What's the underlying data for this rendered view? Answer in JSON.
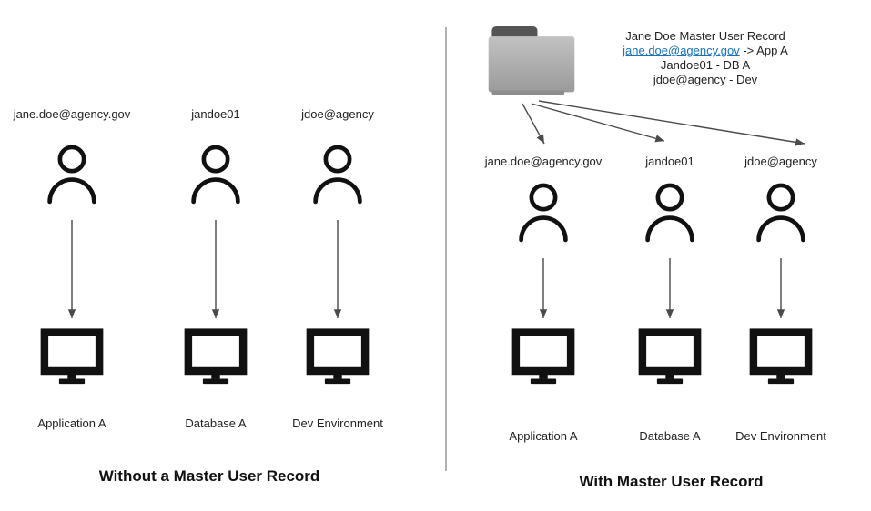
{
  "left": {
    "caption": "Without a Master User Record",
    "columns": [
      {
        "user": "jane.doe@agency.gov",
        "system": "Application A"
      },
      {
        "user": "jandoe01",
        "system": "Database A"
      },
      {
        "user": "jdoe@agency",
        "system": "Dev Environment"
      }
    ]
  },
  "right": {
    "caption": "With Master User Record",
    "note": {
      "line1": "Jane Doe Master User Record",
      "line2_link": "jane.doe@agency.gov",
      "line2_rest": " -> App A",
      "line3": "Jandoe01 - DB A",
      "line4": "jdoe@agency - Dev"
    },
    "columns": [
      {
        "user": "jane.doe@agency.gov",
        "system": "Application A"
      },
      {
        "user": "jandoe01",
        "system": "Database A"
      },
      {
        "user": "jdoe@agency",
        "system": "Dev Environment"
      }
    ]
  },
  "colors": {
    "link_blue": "#1673c2",
    "folder_body": "#ababab",
    "folder_tab": "#555555",
    "icon_ink": "#111111",
    "arrow_gray": "#4a4a4a",
    "divider_gray": "#b0b0b0",
    "text_dark": "#222222"
  }
}
